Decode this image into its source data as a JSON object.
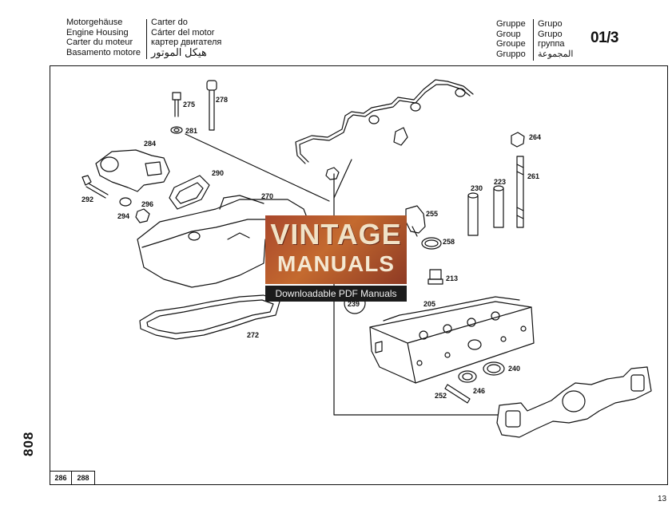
{
  "header": {
    "left_lines": [
      "Motorgehäuse",
      "Engine Housing",
      "Carter du moteur",
      "Basamento motore"
    ],
    "mid_lines": [
      "Carter do",
      "Cárter del motor",
      "картер двигателя",
      "هيكل الموتور"
    ],
    "group_left": [
      "Gruppe",
      "Group",
      "Groupe",
      "Gruppo"
    ],
    "group_right": [
      "Grupo",
      "Grupo",
      "группа",
      "المجموعة"
    ],
    "group_number": "01/3"
  },
  "diagram": {
    "part_labels": [
      "275",
      "278",
      "281",
      "284",
      "290",
      "292",
      "294",
      "296",
      "270",
      "272",
      "264",
      "261",
      "230",
      "223",
      "255",
      "258",
      "213",
      "205",
      "239",
      "240",
      "246",
      "252"
    ]
  },
  "watermark": {
    "title": "VINTAGE",
    "subtitle": "MANUALS",
    "tagline": "Downloadable PDF Manuals",
    "colors": {
      "panel": "#b5532d",
      "bar": "#1b1b1b"
    }
  },
  "footer": {
    "side_number": "808",
    "ref_pages": [
      "286",
      "288"
    ],
    "page_number": "13"
  }
}
